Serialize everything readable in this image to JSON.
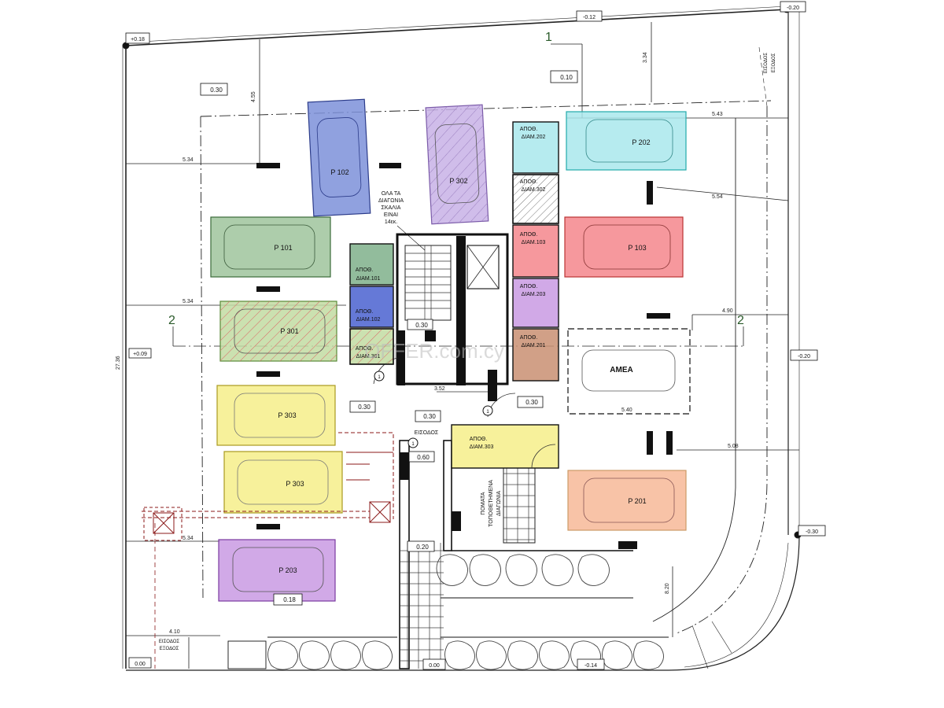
{
  "levels": {
    "top_left": "+0.18",
    "top_center": "-0.12",
    "top_right": "-0.20",
    "entry_top": "0.10",
    "upper_left": "0.30",
    "left_mid": "+0.09",
    "right_mid": "-0.20",
    "right_bottom": "-0.30",
    "mid_a": "0.30",
    "mid_b": "0.30",
    "mid_c": "0.30",
    "stair_mid": "0.30",
    "lift_entry": "0.60",
    "lower_walk": "0.20",
    "bottom_p203": "0.18",
    "bottom_left": "0.00",
    "bottom_center": "0.00",
    "bottom_right": "-0.14"
  },
  "grid": {
    "axis_1": "1",
    "axis_2_left": "2",
    "axis_2_right": "2"
  },
  "dimensions": {
    "d_334_top": "3.34",
    "d_455": "4.55",
    "d_534_a": "5.34",
    "d_534_b": "5.34",
    "d_534_c": "5.34",
    "d_543": "5.43",
    "d_554": "5.54",
    "d_490": "4.90",
    "d_508": "5.08",
    "d_820": "8.20",
    "d_410": "4.10",
    "d_352": "3.52",
    "d_540": "5.40",
    "d_2736": "27.36"
  },
  "parking": {
    "p102": "P 102",
    "p302": "P 302",
    "p202": "P 202",
    "p101": "P 101",
    "p103": "P 103",
    "p301": "P 301",
    "amea": "AMEA",
    "p303a": "P 303",
    "p303b": "P 303",
    "p201": "P 201",
    "p203": "P 203"
  },
  "storage": {
    "s202_l1": "ΑΠΟΘ.",
    "s202_l2": "ΔΙΑΜ.202",
    "s302_l1": "ΑΠΟΘ.",
    "s302_l2": "ΔΙΑΜ.302",
    "s103_l1": "ΑΠΟΘ.",
    "s103_l2": "ΔΙΑΜ.103",
    "s203_l1": "ΑΠΟΘ.",
    "s203_l2": "ΔΙΑΜ.203",
    "s201_l1": "ΑΠΟΘ.",
    "s201_l2": "ΔΙΑΜ.201",
    "s101_l1": "ΑΠΟΘ.",
    "s101_l2": "ΔΙΑΜ.101",
    "s102_l1": "ΑΠΟΘ.",
    "s102_l2": "ΔΙΑΜ.102",
    "s301_l1": "ΑΠΟΘ.",
    "s301_l2": "ΔΙΑΜ.301",
    "s303_l1": "ΑΠΟΘ.",
    "s303_l2": "ΔΙΑΜ.303"
  },
  "notes": {
    "stairs_l1": "ΟΛΑ ΤΑ",
    "stairs_l2": "ΔΙΑΓΩΝΙΑ",
    "stairs_l3": "ΣΚΑΛΙΑ",
    "stairs_l4": "ΕΙΝΑΙ",
    "stairs_l5": "14εκ.",
    "entrance": "ΕΙΣΟΔΟΣ",
    "exit_bottom_l1": "ΕΙΣΟΔΟΣ",
    "exit_bottom_l2": "ΕΞΟΔΟΣ",
    "exit_right_l1": "ΕΙΣΟΔΟΣ",
    "exit_right_l2": "ΕΞΟΔΟΣ",
    "planters_l1": "ΠΟΜΑΤΑ",
    "planters_l2": "ΤΟΠΟΘΕΤΗΜΕΝΑ",
    "planters_l3": "ΔΙΑΓΩΝΙΑ"
  },
  "watermark": "OFFER.com.cy",
  "colors": {
    "blue": "#7d91d9",
    "lavender": "#c8b2e6",
    "cyan": "#a9e8ec",
    "green": "#9fc49c",
    "red": "#f4868c",
    "lightgreen": "#c2dca2",
    "yellow": "#f6ee8a",
    "orange": "#f7b898",
    "purple": "#c99ae3",
    "brown": "#c98f72",
    "navy": "#4a62d0",
    "darkgreen": "#7fb08b"
  }
}
